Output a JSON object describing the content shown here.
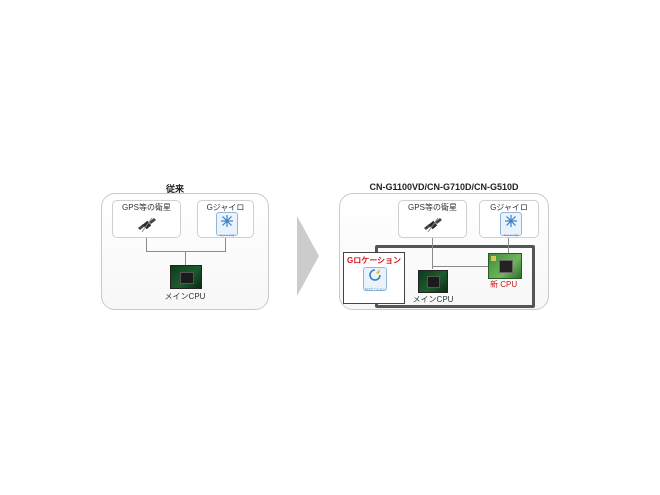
{
  "left": {
    "title": "従来",
    "gps_label": "GPS等の衛星",
    "gyro_label": "Gジャイロ",
    "cpu_label": "メインCPU"
  },
  "right": {
    "title": "CN-G1100VD/CN-G710D/CN-G510D",
    "gps_label": "GPS等の衛星",
    "gyro_label": "Gジャイロ",
    "gocation_title": "Gロケーション",
    "cpu_label": "メインCPU",
    "new_cpu_label": "新 CPU"
  },
  "icons": {
    "gyro_text": "Gジャイロ",
    "gocation_text": "Gロケーション"
  },
  "colors": {
    "accent_red": "#d0121b",
    "panel_border": "#c9c9c9",
    "arrow": "#cccccc"
  }
}
